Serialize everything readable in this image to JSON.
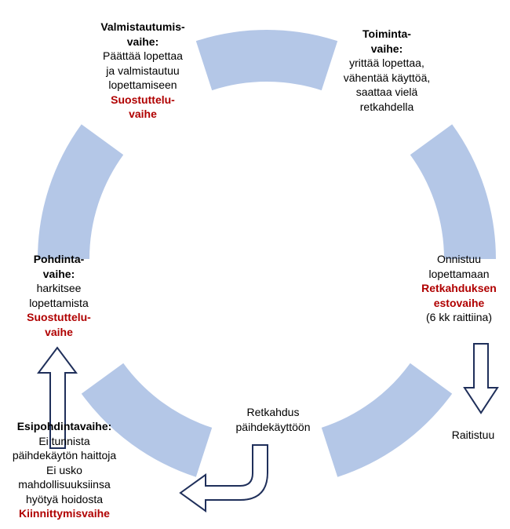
{
  "colors": {
    "segment": "#b4c7e7",
    "arrow_stroke": "#1f2f5a",
    "highlight": "#b00000"
  },
  "stages": {
    "preparation": {
      "title": [
        "Valmistautumis-",
        "vaihe:"
      ],
      "description": [
        "Päättää lopettaa",
        "ja valmistautuu",
        "lopettamiseen"
      ],
      "mode": [
        "Suostuttelu-",
        "vaihe"
      ]
    },
    "action": {
      "title": [
        "Toiminta-",
        "vaihe:"
      ],
      "description": [
        "yrittää lopettaa,",
        "vähentää käyttöä,",
        "saattaa vielä",
        "retkahdella"
      ]
    },
    "maintenance": {
      "description_before": [
        "Onnistuu",
        "lopettamaan"
      ],
      "mode": [
        "Retkahduksen",
        "estovaihe"
      ],
      "description_after": [
        "(6 kk raittiina)"
      ]
    },
    "contemplation": {
      "title": [
        "Pohdinta-",
        "vaihe:"
      ],
      "description": [
        "harkitsee",
        "lopettamista"
      ],
      "mode": [
        "Suostuttelu-",
        "vaihe"
      ]
    },
    "precontemplation": {
      "title": [
        "Esipohdintavaihe:"
      ],
      "description": [
        "Ei tunnista",
        "päihdekäytön haittoja",
        "Ei usko",
        "mahdollisuuksiinsa",
        "hyötyä hoidosta"
      ],
      "mode": [
        "Kiinnittymisvaihe"
      ]
    },
    "relapse": {
      "text": [
        "Retkahdus",
        "päihdekäyttöön"
      ]
    },
    "sober": {
      "text": [
        "Raitistuu"
      ]
    }
  }
}
